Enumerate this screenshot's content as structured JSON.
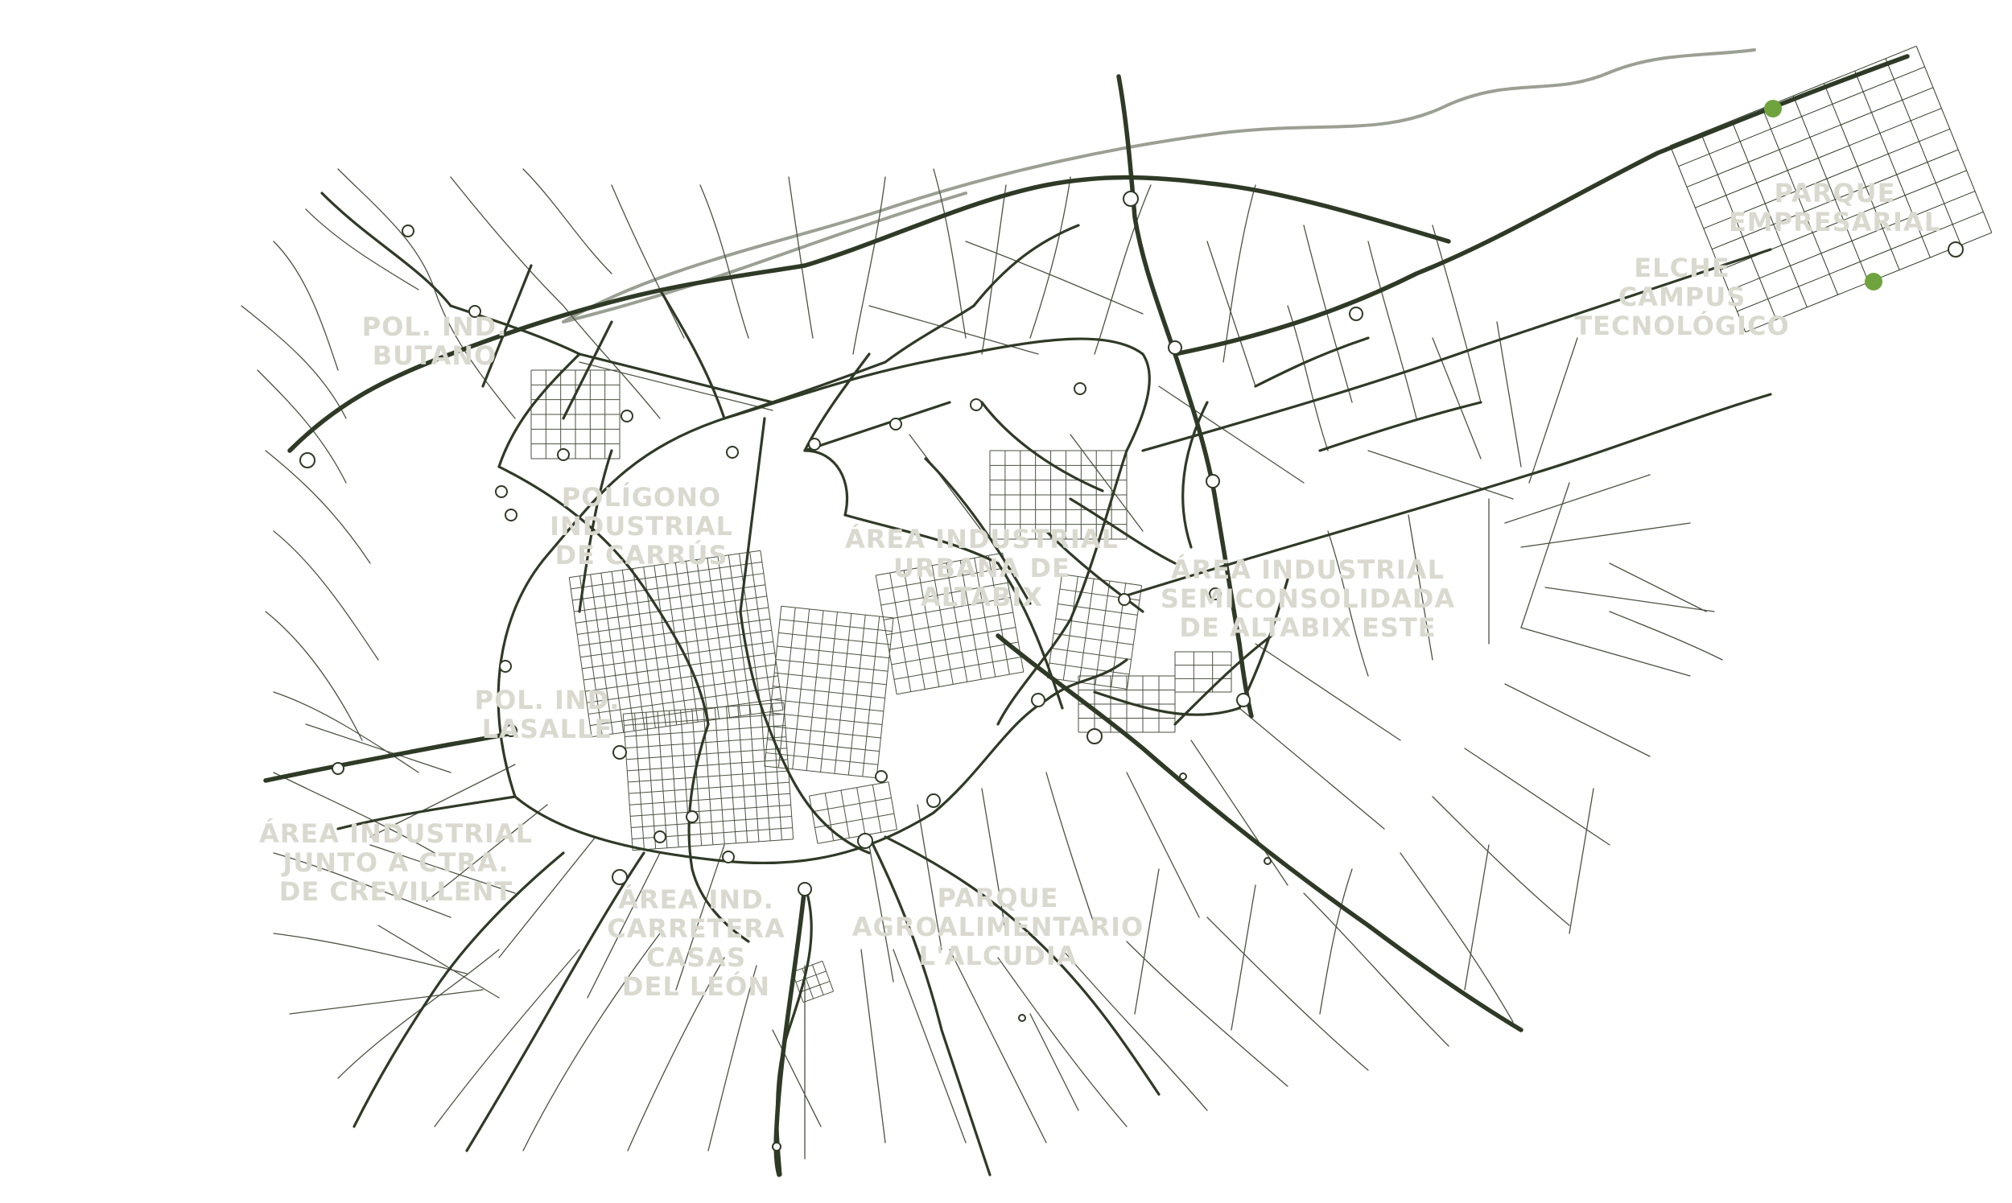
{
  "colors": {
    "road": "#2f3a26",
    "road_minor": "#4a5240",
    "river": "#9aa093",
    "label": "#d9d9cf",
    "marker": "#6fa33e",
    "background": "#ffffff"
  },
  "zones": [
    {
      "id": "pol-ind-butano",
      "lines": [
        "POL. IND.",
        "BUTANO"
      ]
    },
    {
      "id": "poligono-industrial-de-carrus",
      "lines": [
        "POLÍGONO",
        "INDUSTRIAL",
        "DE CARRÚS"
      ]
    },
    {
      "id": "area-industrial-urbana-de-altabix",
      "lines": [
        "ÁREA INDUSTRIAL",
        "URBANA DE",
        "ALTABIX"
      ]
    },
    {
      "id": "area-industrial-semiconsolidada",
      "lines": [
        "ÁREA INDUSTRIAL",
        "SEMICONSOLIDADA",
        "DE ALTABIX ESTE"
      ]
    },
    {
      "id": "pol-ind-lasalle",
      "lines": [
        "POL. IND.",
        "LASALLE"
      ]
    },
    {
      "id": "area-industrial-ctra-crevillent",
      "lines": [
        "ÁREA INDUSTRIAL",
        "JUNTO A CTRA.",
        "DE CREVILLENT"
      ]
    },
    {
      "id": "area-ind-carretera-casas-del-leon",
      "lines": [
        "ÁREA IND.",
        "CARRETERA",
        "CASAS",
        "DEL LEÓN"
      ]
    },
    {
      "id": "parque-agroalimentario",
      "lines": [
        "PARQUE",
        "AGROALIMENTARIO",
        "L'ALCUDIA"
      ]
    },
    {
      "id": "elche-campus-tecnologico",
      "lines": [
        "ELCHE",
        "CAMPUS",
        "TECNOLÓGICO"
      ]
    },
    {
      "id": "parque-empresarial",
      "lines": [
        "PARQUE",
        "EMPRESARIAL"
      ]
    }
  ],
  "markers": [
    {
      "icon": "location-dot-icon"
    },
    {
      "icon": "location-dot-icon"
    }
  ]
}
